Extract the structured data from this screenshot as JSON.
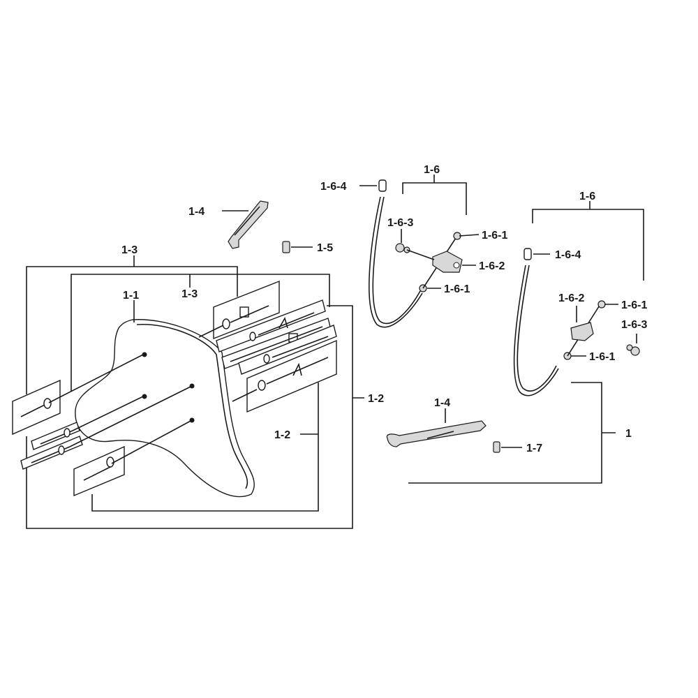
{
  "labels": {
    "l1": "1",
    "l1_1": "1-1",
    "l1_2a": "1-2",
    "l1_2b": "1-2",
    "l1_3a": "1-3",
    "l1_3b": "1-3",
    "l1_4a": "1-4",
    "l1_4b": "1-4",
    "l1_5": "1-5",
    "l1_7": "1-7",
    "l1_6a": "1-6",
    "l1_6b": "1-6",
    "l1_6_1a": "1-6-1",
    "l1_6_1b": "1-6-1",
    "l1_6_1c": "1-6-1",
    "l1_6_1d": "1-6-1",
    "l1_6_2a": "1-6-2",
    "l1_6_2b": "1-6-2",
    "l1_6_3a": "1-6-3",
    "l1_6_3b": "1-6-3",
    "l1_6_4a": "1-6-4",
    "l1_6_4b": "1-6-4"
  }
}
